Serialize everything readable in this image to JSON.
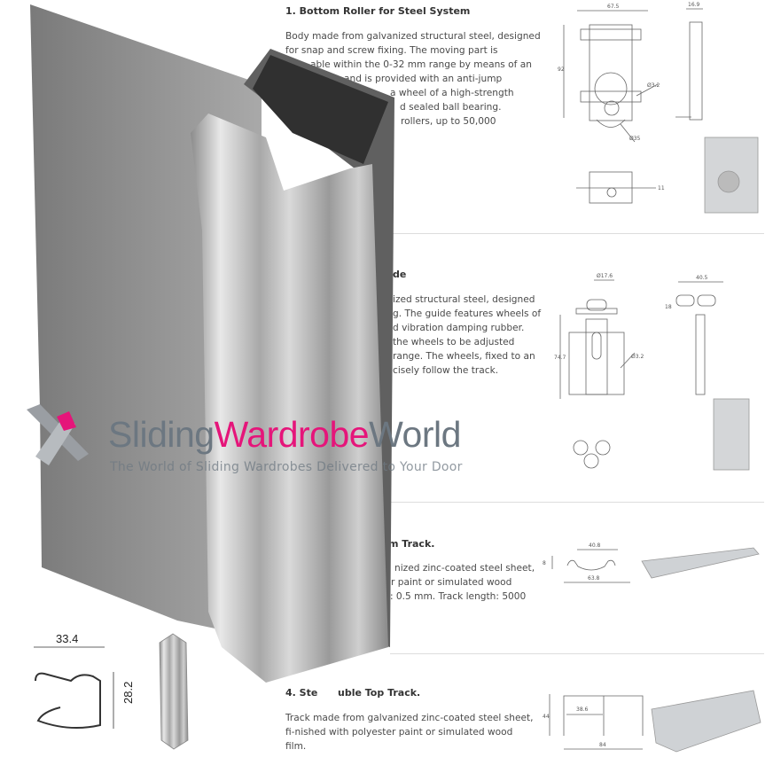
{
  "sections": [
    {
      "title": "1. Bottom Roller for Steel System",
      "lines": [
        "Body made from galvanized structural steel, designed",
        "for snap and screw fixing. The moving part is",
        "able within the 0-32 mm range by means of an",
        "and is provided with an anti-jump",
        "a wheel of a high-strength",
        "d sealed ball bearing.",
        "rollers, up to 50,000"
      ],
      "dimensions": [
        "67.5",
        "16.9",
        "92",
        "Ø3.2",
        "Ø35",
        "11"
      ]
    },
    {
      "title": "de",
      "lines": [
        "ized structural steel, designed",
        "g. The guide features wheels of",
        "d vibration damping rubber.",
        "the wheels to be adjusted",
        "range. The wheels, fixed to an",
        "cisely follow the track."
      ],
      "dimensions": [
        "Ø17.6",
        "40.5",
        "18",
        "74.7",
        "Ø3.2"
      ]
    },
    {
      "title": "m Track.",
      "lines": [
        "nized zinc-coated steel sheet,",
        "r paint or simulated wood",
        ": 0.5 mm. Track length: 5000"
      ],
      "dimensions": [
        "40.8",
        "8",
        "63.8"
      ]
    },
    {
      "title_parts": [
        "4. Ste",
        "uble Top Track."
      ],
      "lines": [
        "Track made from galvanized zinc-coated steel sheet,",
        "fi-nished with polyester paint or simulated wood",
        "film."
      ],
      "dimensions": [
        "38.6",
        "44",
        "84"
      ]
    }
  ],
  "profile_dimensions": [
    "33.4",
    "28.2"
  ],
  "logo": {
    "part1": "Sliding",
    "part2": "Wardrobe",
    "part3": "World",
    "tagline": "The World of Sliding Wardrobes Delivered to Your Door",
    "gray": "#6c7781",
    "pink": "#e5157a"
  }
}
